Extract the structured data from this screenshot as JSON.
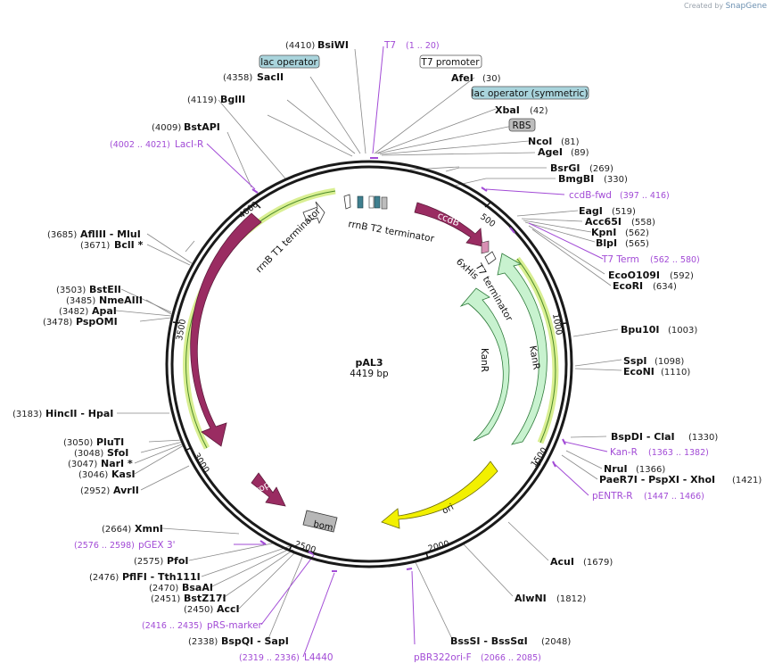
{
  "watermark": {
    "prefix": "Created by",
    "brand": "SnapGene"
  },
  "plasmid": {
    "name": "pAL3",
    "length_label": "4419 bp",
    "length": 4419
  },
  "colors": {
    "primer": "#a24bd6",
    "backbone": "#1a1a1a",
    "ccdB": "#9a2c62",
    "lacI": "#9a2c62",
    "rop": "#9a2c62",
    "KanR": "#c8f2cf",
    "ori": "#f2f000",
    "bom": "#b7b7b7",
    "terminator_box": "#3f7f8f",
    "lac_operator_fill": "#a9d4dc",
    "RBS_fill": "#bdbdbd",
    "primer_binding": "#d9ef92"
  },
  "ticks": [
    "500",
    "1000",
    "1500",
    "2000",
    "2500",
    "3000",
    "3500",
    "4000"
  ],
  "features": {
    "ccdB": "ccdB",
    "lacI": "lacI",
    "rop": "rop",
    "bom": "bom",
    "ori": "ori",
    "KanR_inner": "KanR",
    "KanR_outer": "KanR",
    "rrnB_T1": "rrnB T1 terminator",
    "rrnB_T2": "rrnB T2 terminator",
    "T7_terminator": "T7 terminator",
    "His": "6xHis"
  },
  "boxed_labels": [
    {
      "text": "lac operator",
      "style": "blue"
    },
    {
      "text": "T7 promoter",
      "style": "white"
    },
    {
      "text": "lac operator (symmetric)",
      "style": "blue"
    },
    {
      "text": "RBS",
      "style": "gray"
    }
  ],
  "labels_right": [
    {
      "name": "AfeI",
      "pos": "(30)"
    },
    {
      "name": "XbaI",
      "pos": "(42)"
    },
    {
      "name": "NcoI",
      "pos": "(81)"
    },
    {
      "name": "AgeI",
      "pos": "(89)"
    },
    {
      "name": "BsrGI",
      "pos": "(269)"
    },
    {
      "name": "BmgBI",
      "pos": "(330)"
    },
    {
      "name": "EagI",
      "pos": "(519)"
    },
    {
      "name": "Acc65I",
      "pos": "(558)"
    },
    {
      "name": "KpnI",
      "pos": "(562)"
    },
    {
      "name": "BlpI",
      "pos": "(565)"
    },
    {
      "name": "EcoO109I",
      "pos": "(592)"
    },
    {
      "name": "EcoRI",
      "pos": "(634)"
    },
    {
      "name": "Bpu10I",
      "pos": "(1003)"
    },
    {
      "name": "SspI",
      "pos": "(1098)"
    },
    {
      "name": "EcoNI",
      "pos": "(1110)"
    },
    {
      "name": "BspDI  -  ClaI",
      "pos": "(1330)"
    },
    {
      "name": "NruI",
      "pos": "(1366)"
    },
    {
      "name": "PaeR7I  -  PspXI  -  XhoI",
      "pos": "(1421)"
    },
    {
      "name": "AcuI",
      "pos": "(1679)"
    },
    {
      "name": "AlwNI",
      "pos": "(1812)"
    },
    {
      "name": "BssSI  -  BssSαI",
      "pos": "(2048)"
    }
  ],
  "labels_left": [
    {
      "name": "BsiWI",
      "pos": "(4410)"
    },
    {
      "name": "SacII",
      "pos": "(4358)"
    },
    {
      "name": "BglII",
      "pos": "(4119)"
    },
    {
      "name": "BstAPI",
      "pos": "(4009)"
    },
    {
      "name": "AflIII  -  MluI",
      "pos": "(3685)"
    },
    {
      "name": "BclI *",
      "pos": "(3671)"
    },
    {
      "name": "BstEII",
      "pos": "(3503)"
    },
    {
      "name": "NmeAIII",
      "pos": "(3485)"
    },
    {
      "name": "ApaI",
      "pos": "(3482)"
    },
    {
      "name": "PspOMI",
      "pos": "(3478)"
    },
    {
      "name": "HincII  -  HpaI",
      "pos": "(3183)"
    },
    {
      "name": "PluTI",
      "pos": "(3050)"
    },
    {
      "name": "SfoI",
      "pos": "(3048)"
    },
    {
      "name": "NarI *",
      "pos": "(3047)"
    },
    {
      "name": "KasI",
      "pos": "(3046)"
    },
    {
      "name": "AvrII",
      "pos": "(2952)"
    },
    {
      "name": "XmnI",
      "pos": "(2664)"
    },
    {
      "name": "PfoI",
      "pos": "(2575)"
    },
    {
      "name": "PflFI  -  Tth111I",
      "pos": "(2476)"
    },
    {
      "name": "BsaAI",
      "pos": "(2470)"
    },
    {
      "name": "BstZ17I",
      "pos": "(2451)"
    },
    {
      "name": "AccI",
      "pos": "(2450)"
    },
    {
      "name": "BspQI  -  SapI",
      "pos": "(2338)"
    }
  ],
  "primers": [
    {
      "name": "T7",
      "range": "(1 .. 20)"
    },
    {
      "name": "LacI-R",
      "range": "(4002 .. 4021)"
    },
    {
      "name": "ccdB-fwd",
      "range": "(397 .. 416)"
    },
    {
      "name": "T7 Term",
      "range": "(562 .. 580)"
    },
    {
      "name": "Kan-R",
      "range": "(1363 .. 1382)"
    },
    {
      "name": "pENTR-R",
      "range": "(1447 .. 1466)"
    },
    {
      "name": "pGEX 3'",
      "range": "(2576 .. 2598)"
    },
    {
      "name": "pRS-marker",
      "range": "(2416 .. 2435)"
    },
    {
      "name": "L4440",
      "range": "(2319 .. 2336)"
    },
    {
      "name": "pBR322ori-F",
      "range": "(2066 .. 2085)"
    }
  ]
}
